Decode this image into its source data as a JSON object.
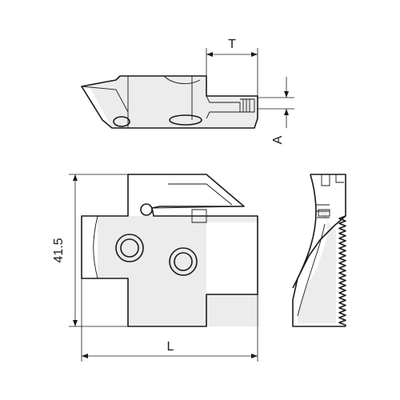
{
  "dimensions": {
    "thickness_label": "T",
    "offset_label": "A",
    "height_value": "41.5",
    "length_label": "L"
  }
}
